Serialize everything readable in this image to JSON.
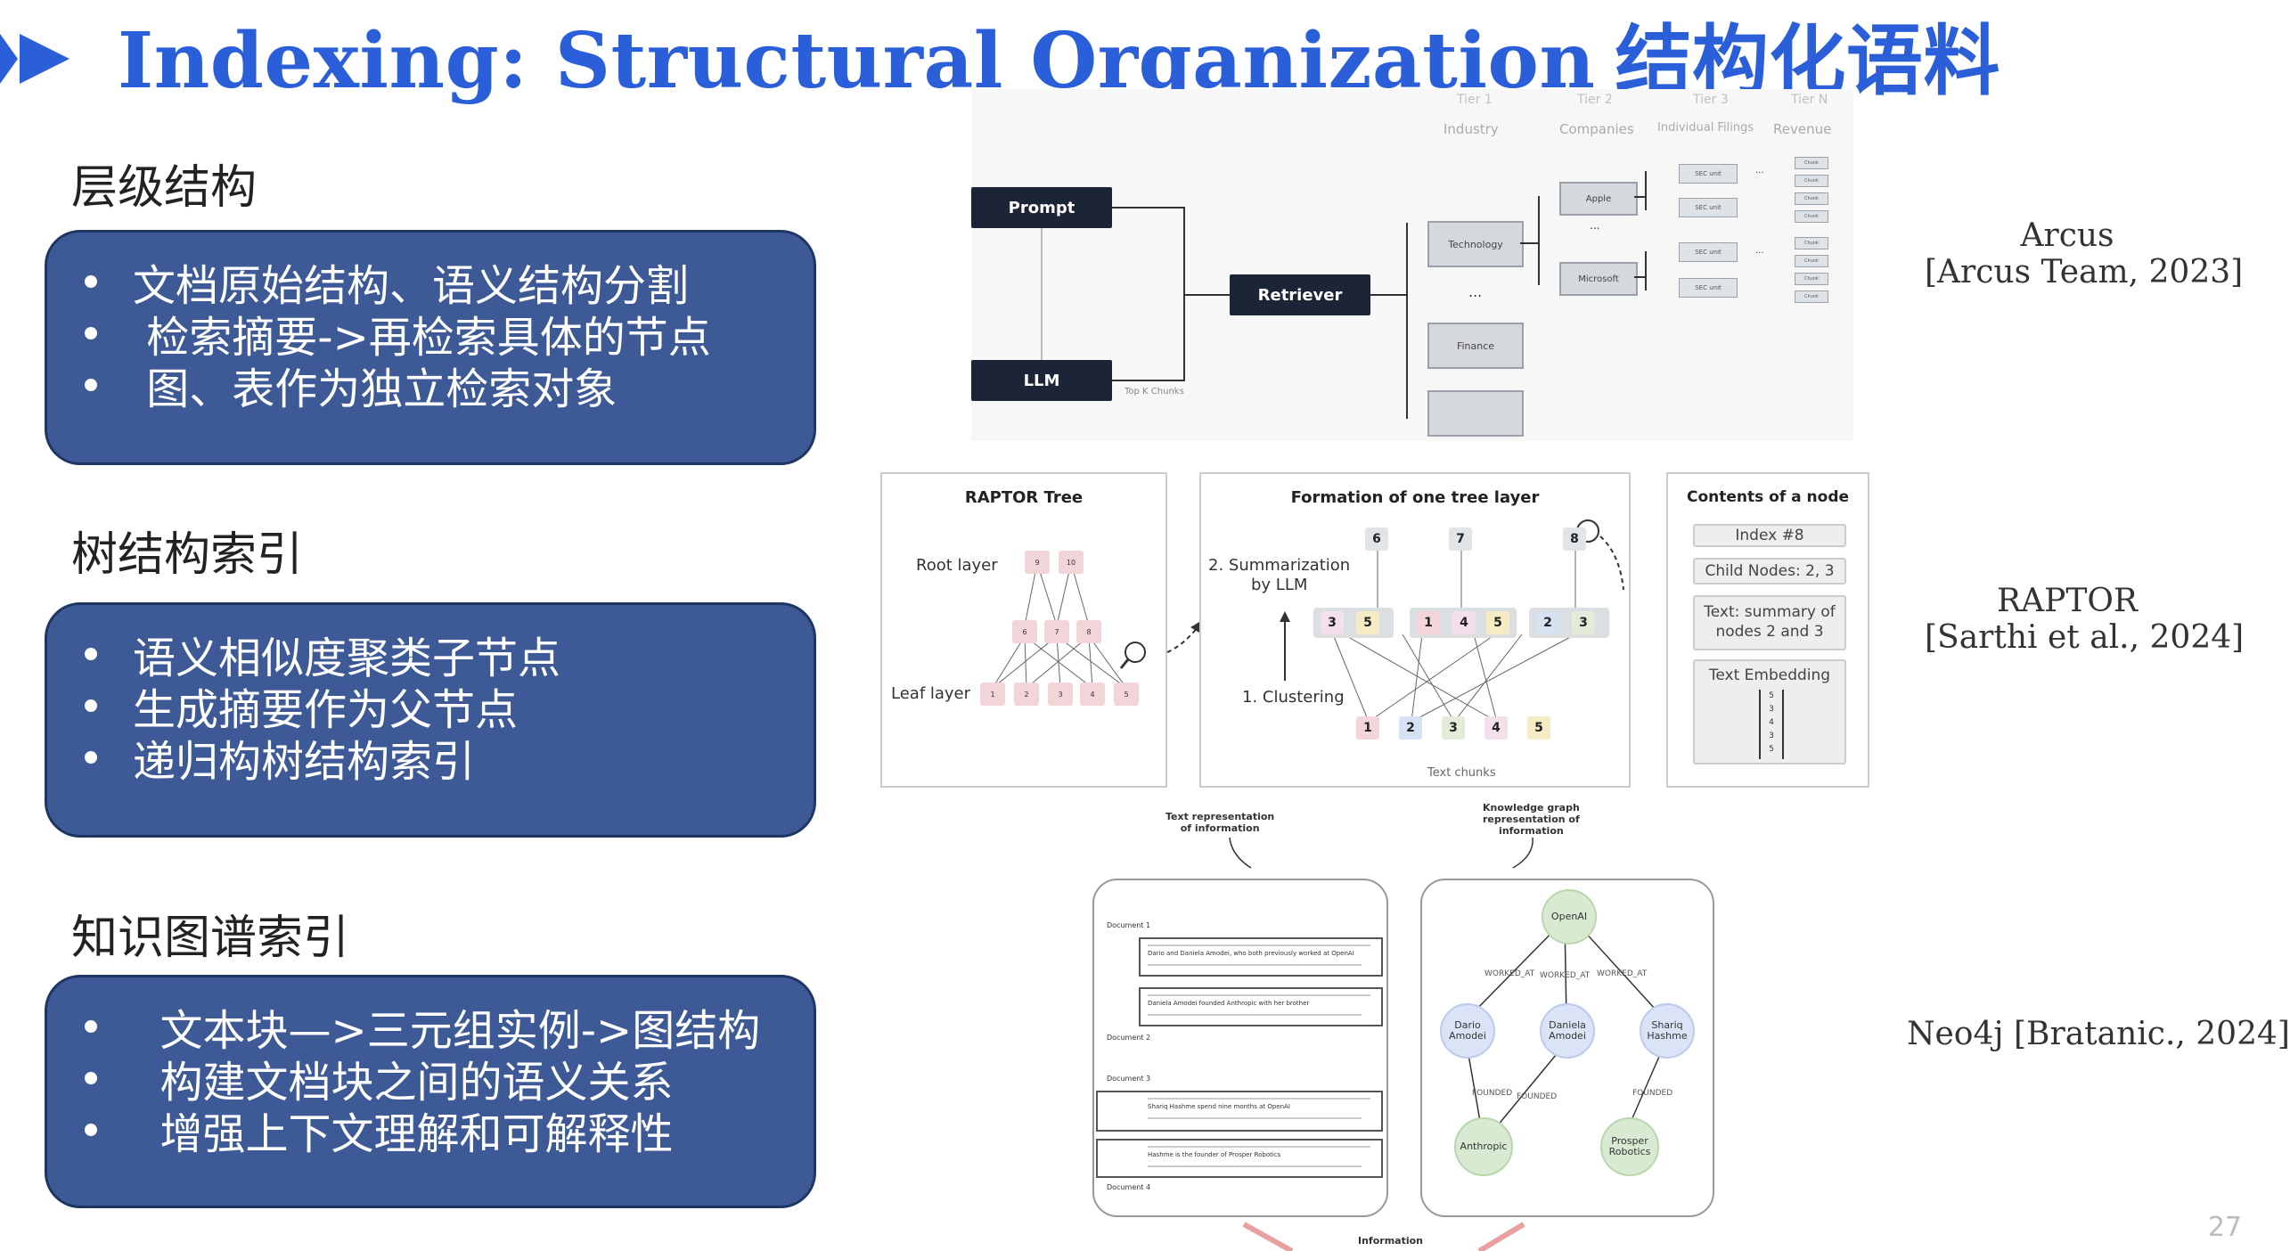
{
  "title": {
    "en": "Indexing: Structural Organization",
    "cn": "结构化语料"
  },
  "sections": [
    {
      "heading": "层级结构",
      "bullets": [
        "文档原始结构、语义结构分割",
        " 检索摘要->再检索具体的节点",
        " 图、表作为独立检索对象"
      ]
    },
    {
      "heading": "树结构索引",
      "bullets": [
        "语义相似度聚类子节点",
        "生成摘要作为父节点",
        "递归构树结构索引"
      ]
    },
    {
      "heading": "知识图谱索引",
      "bullets": [
        "  文本块—>三元组实例->图结构",
        "  构建文档块之间的语义关系",
        "  增强上下文理解和可解释性"
      ]
    }
  ],
  "citations": [
    {
      "name": "Arcus",
      "ref": "[Arcus Team, 2023]"
    },
    {
      "name": "RAPTOR",
      "ref": "[Sarthi et al., 2024]"
    },
    {
      "name": "Neo4j [Bratanic., 2024]"
    }
  ],
  "arcus": {
    "tiers": [
      "Tier 1",
      "Tier 2",
      "Tier 3",
      "Tier N"
    ],
    "tier_subs": [
      "Industry",
      "Companies",
      "Individual Filings",
      "Revenue"
    ],
    "prompt": "Prompt",
    "llm": "LLM",
    "retriever": "Retriever",
    "topk": "Top K Chunks",
    "industries": [
      "Technology",
      "Finance"
    ],
    "companies": [
      "Apple",
      "Microsoft"
    ],
    "filing": "SEC unit",
    "chunk": "Chunk",
    "ellipsis": "..."
  },
  "raptor": {
    "tree": {
      "title": "RAPTOR Tree",
      "root": "Root layer",
      "leaf": "Leaf layer",
      "root_nodes": [
        "9",
        "10"
      ],
      "mid_nodes": [
        "6",
        "7",
        "8"
      ],
      "leaf_nodes": [
        "1",
        "2",
        "3",
        "4",
        "5"
      ]
    },
    "formation": {
      "title": "Formation of one tree layer",
      "summ": "2. Summarization",
      "by": "by LLM",
      "clust": "1. Clustering",
      "chunks": "Text chunks",
      "top": [
        "6",
        "7",
        "8"
      ],
      "groups": [
        [
          "3",
          "5"
        ],
        [
          "1",
          "4",
          "5"
        ],
        [
          "2",
          "3"
        ]
      ],
      "bottom": [
        "1",
        "2",
        "3",
        "4",
        "5"
      ]
    },
    "contents": {
      "title": "Contents of a node",
      "index": "Index #8",
      "children": "Child Nodes: 2, 3",
      "text1": "Text:  summary of",
      "text2": "nodes 2 and 3",
      "emb": "Text Embedding",
      "vec": "5\n3\n4\n3\n5"
    }
  },
  "neo4j": {
    "text_rep": "Text representation\nof information",
    "kg_rep": "Knowledge graph\nrepresentation of\ninformation",
    "info": "Information",
    "docs": [
      "Document 1",
      "Document 2",
      "Document 3",
      "Document 4"
    ],
    "sentences": [
      "Dario and Daniela Amodei, who both previously worked at OpenAI",
      "Daniela Amodei founded Anthropic with her brother",
      "Shariq Hashme spend nine months at OpenAI",
      "Hashme is the founder of Prosper Robotics"
    ],
    "nodes": {
      "openai": "OpenAI",
      "dario": "Dario\nAmodei",
      "daniela": "Daniela\nAmodei",
      "shariq": "Shariq\nHashme",
      "anthropic": "Anthropic",
      "prosper": "Prosper\nRobotics"
    },
    "edges": {
      "worked": "WORKED_AT",
      "founded": "FOUNDED"
    }
  },
  "page_number": "27"
}
